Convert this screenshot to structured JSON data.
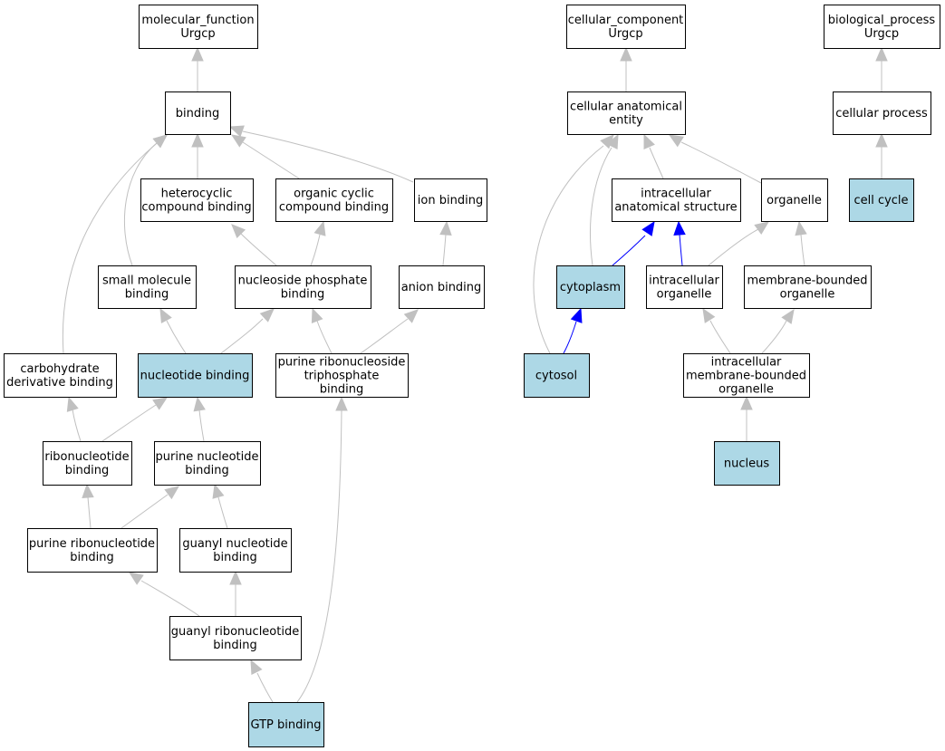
{
  "colors": {
    "node_fill": "#ffffff",
    "highlight_fill": "#add8e6",
    "node_stroke": "#000000",
    "edge_gray": "#c0c0c0",
    "edge_blue": "#0000ff"
  },
  "nodes": [
    {
      "id": "mf",
      "lines": [
        "molecular_function",
        "Urgcp"
      ],
      "highlight": false
    },
    {
      "id": "binding",
      "lines": [
        "binding"
      ],
      "highlight": false
    },
    {
      "id": "heterocyclic",
      "lines": [
        "heterocyclic",
        "compound binding"
      ],
      "highlight": false
    },
    {
      "id": "organic_cyclic",
      "lines": [
        "organic cyclic",
        "compound binding"
      ],
      "highlight": false
    },
    {
      "id": "ion_binding",
      "lines": [
        "ion binding"
      ],
      "highlight": false
    },
    {
      "id": "small_molecule",
      "lines": [
        "small molecule",
        "binding"
      ],
      "highlight": false
    },
    {
      "id": "nucleoside_phosphate",
      "lines": [
        "nucleoside phosphate",
        "binding"
      ],
      "highlight": false
    },
    {
      "id": "anion_binding",
      "lines": [
        "anion binding"
      ],
      "highlight": false
    },
    {
      "id": "carbohydrate",
      "lines": [
        "carbohydrate",
        "derivative binding"
      ],
      "highlight": false
    },
    {
      "id": "nucleotide_binding",
      "lines": [
        "nucleotide binding"
      ],
      "highlight": true
    },
    {
      "id": "purine_ribonucleoside_tp",
      "lines": [
        "purine ribonucleoside",
        "triphosphate",
        "binding"
      ],
      "highlight": false
    },
    {
      "id": "ribonucleotide",
      "lines": [
        "ribonucleotide",
        "binding"
      ],
      "highlight": false
    },
    {
      "id": "purine_nucleotide",
      "lines": [
        "purine nucleotide",
        "binding"
      ],
      "highlight": false
    },
    {
      "id": "purine_ribonucleotide",
      "lines": [
        "purine ribonucleotide",
        "binding"
      ],
      "highlight": false
    },
    {
      "id": "guanyl_nucleotide",
      "lines": [
        "guanyl nucleotide",
        "binding"
      ],
      "highlight": false
    },
    {
      "id": "guanyl_ribonucleotide",
      "lines": [
        "guanyl ribonucleotide",
        "binding"
      ],
      "highlight": false
    },
    {
      "id": "gtp_binding",
      "lines": [
        "GTP binding"
      ],
      "highlight": true
    },
    {
      "id": "cc",
      "lines": [
        "cellular_component",
        "Urgcp"
      ],
      "highlight": false
    },
    {
      "id": "cae",
      "lines": [
        "cellular anatomical",
        "entity"
      ],
      "highlight": false
    },
    {
      "id": "ias",
      "lines": [
        "intracellular",
        "anatomical structure"
      ],
      "highlight": false
    },
    {
      "id": "organelle",
      "lines": [
        "organelle"
      ],
      "highlight": false
    },
    {
      "id": "cytoplasm",
      "lines": [
        "cytoplasm"
      ],
      "highlight": true
    },
    {
      "id": "intracellular_organelle",
      "lines": [
        "intracellular",
        "organelle"
      ],
      "highlight": false
    },
    {
      "id": "membrane_bounded",
      "lines": [
        "membrane-bounded",
        "organelle"
      ],
      "highlight": false
    },
    {
      "id": "cytosol",
      "lines": [
        "cytosol"
      ],
      "highlight": true
    },
    {
      "id": "imbo",
      "lines": [
        "intracellular",
        "membrane-bounded",
        "organelle"
      ],
      "highlight": false
    },
    {
      "id": "nucleus",
      "lines": [
        "nucleus"
      ],
      "highlight": true
    },
    {
      "id": "bp",
      "lines": [
        "biological_process",
        "Urgcp"
      ],
      "highlight": false
    },
    {
      "id": "cellular_process",
      "lines": [
        "cellular process"
      ],
      "highlight": false
    },
    {
      "id": "cell_cycle",
      "lines": [
        "cell cycle"
      ],
      "highlight": true
    }
  ],
  "edges": [
    {
      "from": "binding",
      "to": "mf",
      "color": "gray"
    },
    {
      "from": "heterocyclic",
      "to": "binding",
      "color": "gray"
    },
    {
      "from": "organic_cyclic",
      "to": "binding",
      "color": "gray"
    },
    {
      "from": "ion_binding",
      "to": "binding",
      "color": "gray"
    },
    {
      "from": "small_molecule",
      "to": "binding",
      "color": "gray"
    },
    {
      "from": "carbohydrate",
      "to": "binding",
      "color": "gray"
    },
    {
      "from": "nucleoside_phosphate",
      "to": "heterocyclic",
      "color": "gray"
    },
    {
      "from": "nucleoside_phosphate",
      "to": "organic_cyclic",
      "color": "gray"
    },
    {
      "from": "anion_binding",
      "to": "ion_binding",
      "color": "gray"
    },
    {
      "from": "nucleotide_binding",
      "to": "small_molecule",
      "color": "gray"
    },
    {
      "from": "nucleotide_binding",
      "to": "nucleoside_phosphate",
      "color": "gray"
    },
    {
      "from": "purine_ribonucleoside_tp",
      "to": "nucleoside_phosphate",
      "color": "gray"
    },
    {
      "from": "purine_ribonucleoside_tp",
      "to": "anion_binding",
      "color": "gray"
    },
    {
      "from": "ribonucleotide",
      "to": "carbohydrate",
      "color": "gray"
    },
    {
      "from": "ribonucleotide",
      "to": "nucleotide_binding",
      "color": "gray"
    },
    {
      "from": "purine_nucleotide",
      "to": "nucleotide_binding",
      "color": "gray"
    },
    {
      "from": "purine_ribonucleotide",
      "to": "ribonucleotide",
      "color": "gray"
    },
    {
      "from": "purine_ribonucleotide",
      "to": "purine_nucleotide",
      "color": "gray"
    },
    {
      "from": "guanyl_nucleotide",
      "to": "purine_nucleotide",
      "color": "gray"
    },
    {
      "from": "guanyl_ribonucleotide",
      "to": "purine_ribonucleotide",
      "color": "gray"
    },
    {
      "from": "guanyl_ribonucleotide",
      "to": "guanyl_nucleotide",
      "color": "gray"
    },
    {
      "from": "gtp_binding",
      "to": "guanyl_ribonucleotide",
      "color": "gray"
    },
    {
      "from": "gtp_binding",
      "to": "purine_ribonucleoside_tp",
      "color": "gray"
    },
    {
      "from": "cae",
      "to": "cc",
      "color": "gray"
    },
    {
      "from": "ias",
      "to": "cae",
      "color": "gray"
    },
    {
      "from": "organelle",
      "to": "cae",
      "color": "gray"
    },
    {
      "from": "cytoplasm",
      "to": "cae",
      "color": "gray"
    },
    {
      "from": "cytosol",
      "to": "cae",
      "color": "gray"
    },
    {
      "from": "cytoplasm",
      "to": "ias",
      "color": "blue"
    },
    {
      "from": "intracellular_organelle",
      "to": "ias",
      "color": "blue"
    },
    {
      "from": "intracellular_organelle",
      "to": "organelle",
      "color": "gray"
    },
    {
      "from": "membrane_bounded",
      "to": "organelle",
      "color": "gray"
    },
    {
      "from": "cytosol",
      "to": "cytoplasm",
      "color": "blue"
    },
    {
      "from": "imbo",
      "to": "intracellular_organelle",
      "color": "gray"
    },
    {
      "from": "imbo",
      "to": "membrane_bounded",
      "color": "gray"
    },
    {
      "from": "nucleus",
      "to": "imbo",
      "color": "gray"
    },
    {
      "from": "cellular_process",
      "to": "bp",
      "color": "gray"
    },
    {
      "from": "cell_cycle",
      "to": "cellular_process",
      "color": "gray"
    }
  ]
}
